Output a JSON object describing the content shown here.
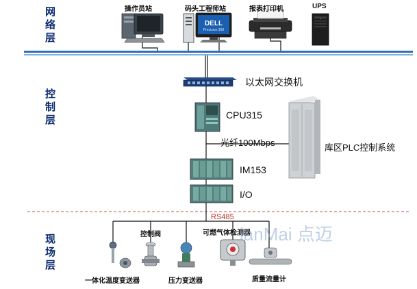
{
  "layers": {
    "network": "网络层",
    "control": "控制层",
    "field": "现场层"
  },
  "network_devices": {
    "operator_station": "操作员站",
    "engineer_station": "码头工程师站",
    "report_printer": "报表打印机",
    "ups": "UPS",
    "monitor_brand": "DELL",
    "monitor_model": "Precision 390"
  },
  "control_devices": {
    "ethernet_switch": "以太网交换机",
    "cpu": "CPU315",
    "fiber": "光纤100Mbps",
    "plc_system": "库区PLC控制系统",
    "im": "IM153",
    "io": "I/O"
  },
  "bus": {
    "rs485": "RS485"
  },
  "field_devices": {
    "control_valve": "控制阀",
    "gas_detector": "可燃气体检测器",
    "temp_transmitter": "一体化温度变送器",
    "pressure_transmitter": "压力变送器",
    "mass_flowmeter": "质量流量计"
  },
  "watermark": "ianMai 点迈",
  "colors": {
    "network_bus": "#2f6fb6",
    "dashed_line": "#d98c8c",
    "rs485_text": "#c0302c",
    "layer_text": "#0a2a6e"
  }
}
